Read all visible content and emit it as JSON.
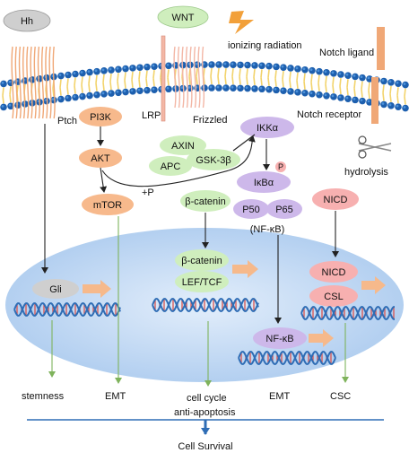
{
  "membrane_top": {
    "ligands": {
      "hh": "Hh",
      "wnt": "WNT"
    },
    "stimuli": {
      "radiation": "ionizing radiation",
      "notch_ligand": "Notch ligand"
    }
  },
  "receptors": {
    "ptch": "Ptch",
    "lrp": "LRP",
    "frizzled": "Frizzled",
    "notch_receptor": "Notch receptor"
  },
  "hydrolysis": "hydrolysis",
  "pathway_nodes": {
    "pi3k": "PI3K",
    "akt": "AKT",
    "mtor": "mTOR",
    "axin": "AXIN",
    "apc": "APC",
    "gsk3b": "GSK-3β",
    "plus_p": "+P",
    "ikka": "IKKα",
    "p_badge": "P",
    "ikba": "IκBα",
    "p50": "P50",
    "p65": "P65",
    "nfkb_complex": "(NF-κB)",
    "beta_catenin": "β-catenin",
    "nicd": "NICD"
  },
  "nucleus": {
    "gli": "Gli",
    "beta_catenin": "β-catenin",
    "lef_tcf": "LEF/TCF",
    "nicd": "NICD",
    "csl": "CSL",
    "nfkb": "NF-κB"
  },
  "outcomes": {
    "stemness": "stemness",
    "emt_1": "EMT",
    "cell_cycle": "cell cycle",
    "anti_apoptosis": "anti-apoptosis",
    "emt_2": "EMT",
    "csc": "CSC"
  },
  "final": "Cell Survival",
  "colors": {
    "membrane_head": "#1d5fae",
    "membrane_head_light": "#4a90d9",
    "lipid_tail": "#f2d36b",
    "nucleus_fill": "#b8d4f2",
    "orange_node": "#f7b98c",
    "green_node": "#cfeebd",
    "purple_node": "#cdb8ea",
    "pink_node": "#f7b0b0",
    "grey_node": "#cfcfcf",
    "dna_blue": "#2f6db5",
    "dna_rung": "#d9534f",
    "arrow_dark": "#222222",
    "arrow_green": "#7fb35c",
    "arrow_orange": "#f6b98b",
    "bottom_line": "#2f6db5",
    "receptor_pink": "#f3b7a6",
    "receptor_orange": "#f0a877",
    "lightning": "#f2a03a"
  },
  "icons": [
    "lightning-icon",
    "scissors-icon"
  ]
}
